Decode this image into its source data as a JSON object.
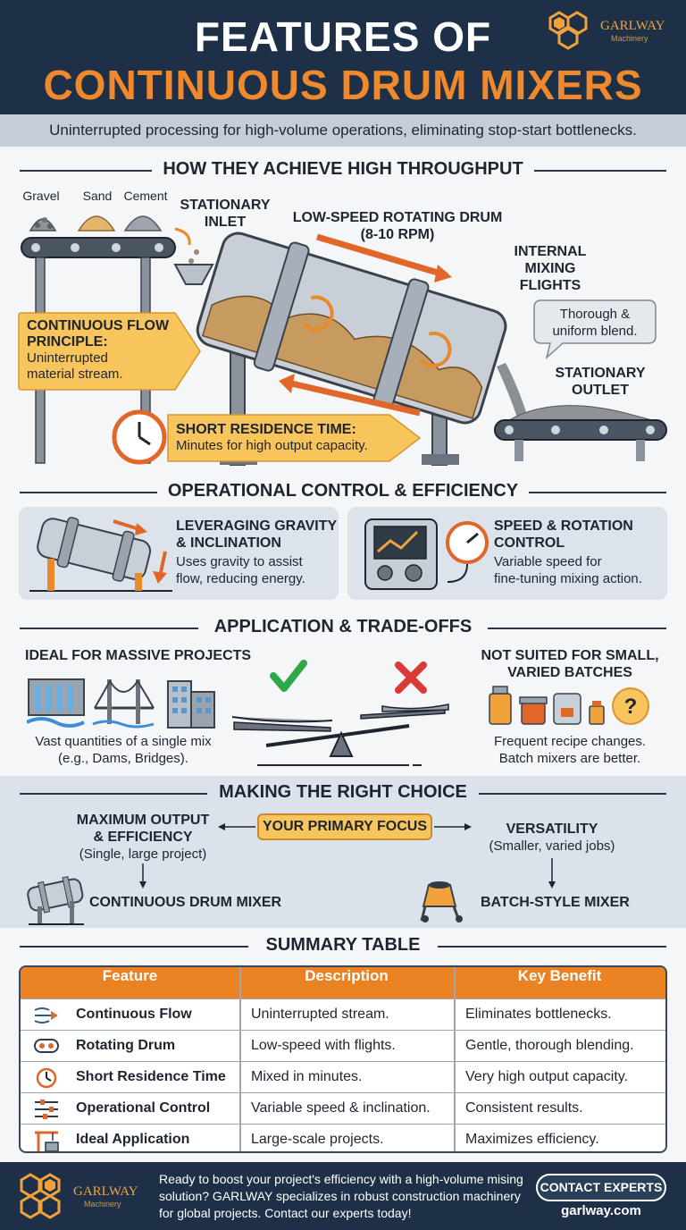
{
  "header": {
    "title_line1": "FEATURES OF",
    "title_line2": "CONTINUOUS DRUM MIXERS",
    "subtitle": "Uninterrupted processing for high-volume operations, eliminating stop-start bottlenecks."
  },
  "brand": {
    "name": "GARLWAY",
    "tagline": "Machinery"
  },
  "sections": {
    "throughput": "HOW THEY ACHIEVE HIGH THROUGHPUT",
    "control": "OPERATIONAL CONTROL & EFFICIENCY",
    "application": "APPLICATION & TRADE-OFFS",
    "choice": "MAKING THE RIGHT CHOICE",
    "summary": "SUMMARY TABLE"
  },
  "throughput": {
    "materials": [
      "Gravel",
      "Sand",
      "Cement"
    ],
    "stationary_inlet": [
      "STATIONARY",
      "INLET"
    ],
    "drum_label": [
      "LOW-SPEED ROTATING DRUM",
      "(8-10 RPM)"
    ],
    "flights_label": [
      "INTERNAL",
      "MIXING",
      "FLIGHTS"
    ],
    "blend_bubble": [
      "Thorough &",
      "uniform blend."
    ],
    "stationary_outlet": [
      "STATIONARY",
      "OUTLET"
    ],
    "flow_title": [
      "CONTINUOUS FLOW",
      "PRINCIPLE:"
    ],
    "flow_desc": [
      "Uninterrupted",
      "material stream."
    ],
    "residence_title": "SHORT RESIDENCE TIME:",
    "residence_desc": "Minutes for high output capacity."
  },
  "control": {
    "gravity_title": [
      "LEVERAGING GRAVITY",
      "& INCLINATION"
    ],
    "gravity_desc": [
      "Uses gravity to assist",
      "flow, reducing energy."
    ],
    "speed_title": [
      "SPEED & ROTATION",
      "CONTROL"
    ],
    "speed_desc": [
      "Variable speed for",
      "fine-tuning mixing action."
    ]
  },
  "application": {
    "ideal_title": "IDEAL FOR MASSIVE PROJECTS",
    "ideal_desc": [
      "Vast quantities of a single mix",
      "(e.g., Dams, Bridges)."
    ],
    "not_title": [
      "NOT SUITED FOR SMALL,",
      "VARIED BATCHES"
    ],
    "not_desc": [
      "Frequent recipe changes.",
      "Batch mixers are better."
    ]
  },
  "choice": {
    "left_title": [
      "MAXIMUM OUTPUT",
      "& EFFICIENCY"
    ],
    "left_sub": "(Single, large project)",
    "center": "YOUR PRIMARY FOCUS",
    "right_title": "VERSATILITY",
    "right_sub": "(Smaller, varied jobs)",
    "left_result": "CONTINUOUS DRUM MIXER",
    "right_result": "BATCH-STYLE MIXER"
  },
  "table": {
    "headers": [
      "Feature",
      "Description",
      "Key Benefit"
    ],
    "rows": [
      {
        "icon": "flow-icon",
        "feature": "Continuous Flow",
        "description": "Uninterrupted stream.",
        "benefit": "Eliminates bottlenecks."
      },
      {
        "icon": "drum-icon",
        "feature": "Rotating Drum",
        "description": "Low-speed with flights.",
        "benefit": "Gentle, thorough blending."
      },
      {
        "icon": "clock-icon",
        "feature": "Short Residence Time",
        "description": "Mixed in minutes.",
        "benefit": "Very high output capacity."
      },
      {
        "icon": "sliders-icon",
        "feature": "Operational Control",
        "description": "Variable speed & inclination.",
        "benefit": "Consistent results."
      },
      {
        "icon": "crane-icon",
        "feature": "Ideal Application",
        "description": "Large-scale projects.",
        "benefit": "Maximizes efficiency."
      }
    ]
  },
  "footer": {
    "text": "Ready to boost your project's efficiency with a high-volume mising solution? GARLWAY specializes in robust construction machinery for global projects. Contact our experts today!",
    "button": "CONTACT EXPERTS",
    "url": "garlway.com"
  },
  "colors": {
    "navy": "#1d3048",
    "orange": "#f0892c",
    "callout": "#f8c45c",
    "panel": "#dde3ea",
    "table_header": "#ea8224"
  }
}
